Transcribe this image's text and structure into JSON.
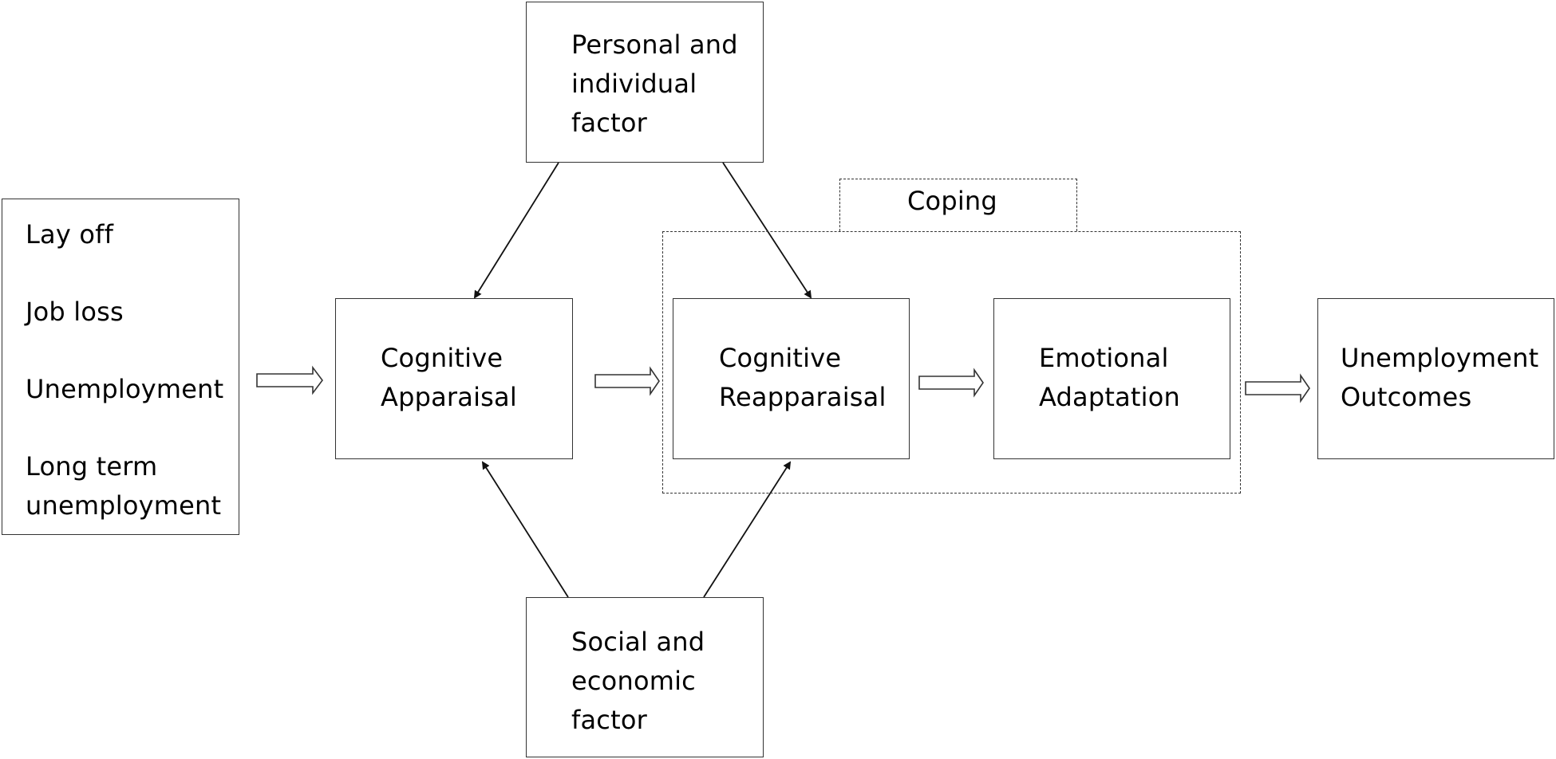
{
  "nodes": {
    "personal": {
      "lines": [
        "Personal and",
        "individual",
        "factor"
      ]
    },
    "stressors": {
      "lines": [
        "Lay off",
        "Job loss",
        "Unemployment",
        "Long term",
        "unemployment"
      ]
    },
    "cognitive_appraisal": {
      "lines": [
        "Cognitive",
        "Apparaisal"
      ]
    },
    "cognitive_reappraisal": {
      "lines": [
        "Cognitive",
        "Reapparaisal"
      ]
    },
    "emotional_adaptation": {
      "lines": [
        "Emotional",
        "Adaptation"
      ]
    },
    "outcomes": {
      "lines": [
        "Unemployment",
        "Outcomes"
      ]
    },
    "social": {
      "lines": [
        "Social and",
        "economic",
        "factor"
      ]
    }
  },
  "group": {
    "label": "Coping"
  },
  "colors": {
    "stroke": "#333333",
    "text": "#000000",
    "background": "#ffffff"
  }
}
